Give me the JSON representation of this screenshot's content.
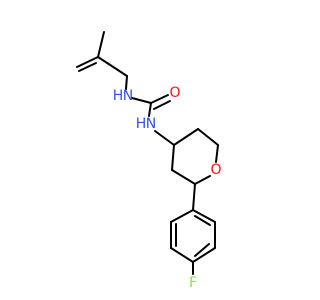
{
  "atoms": [
    {
      "id": "n_amide_top",
      "text": "N",
      "subtext": "H",
      "color": "#3050F8"
    },
    {
      "id": "n_amide_bottom",
      "text": "N",
      "subtext": "H",
      "color": "#3050F8"
    },
    {
      "id": "o_carbonyl",
      "text": "O",
      "color": "#FF0D0D"
    },
    {
      "id": "o_ring",
      "text": "O",
      "color": "#FF0D0D"
    },
    {
      "id": "f",
      "text": "F",
      "color": "#90E050"
    }
  ]
}
